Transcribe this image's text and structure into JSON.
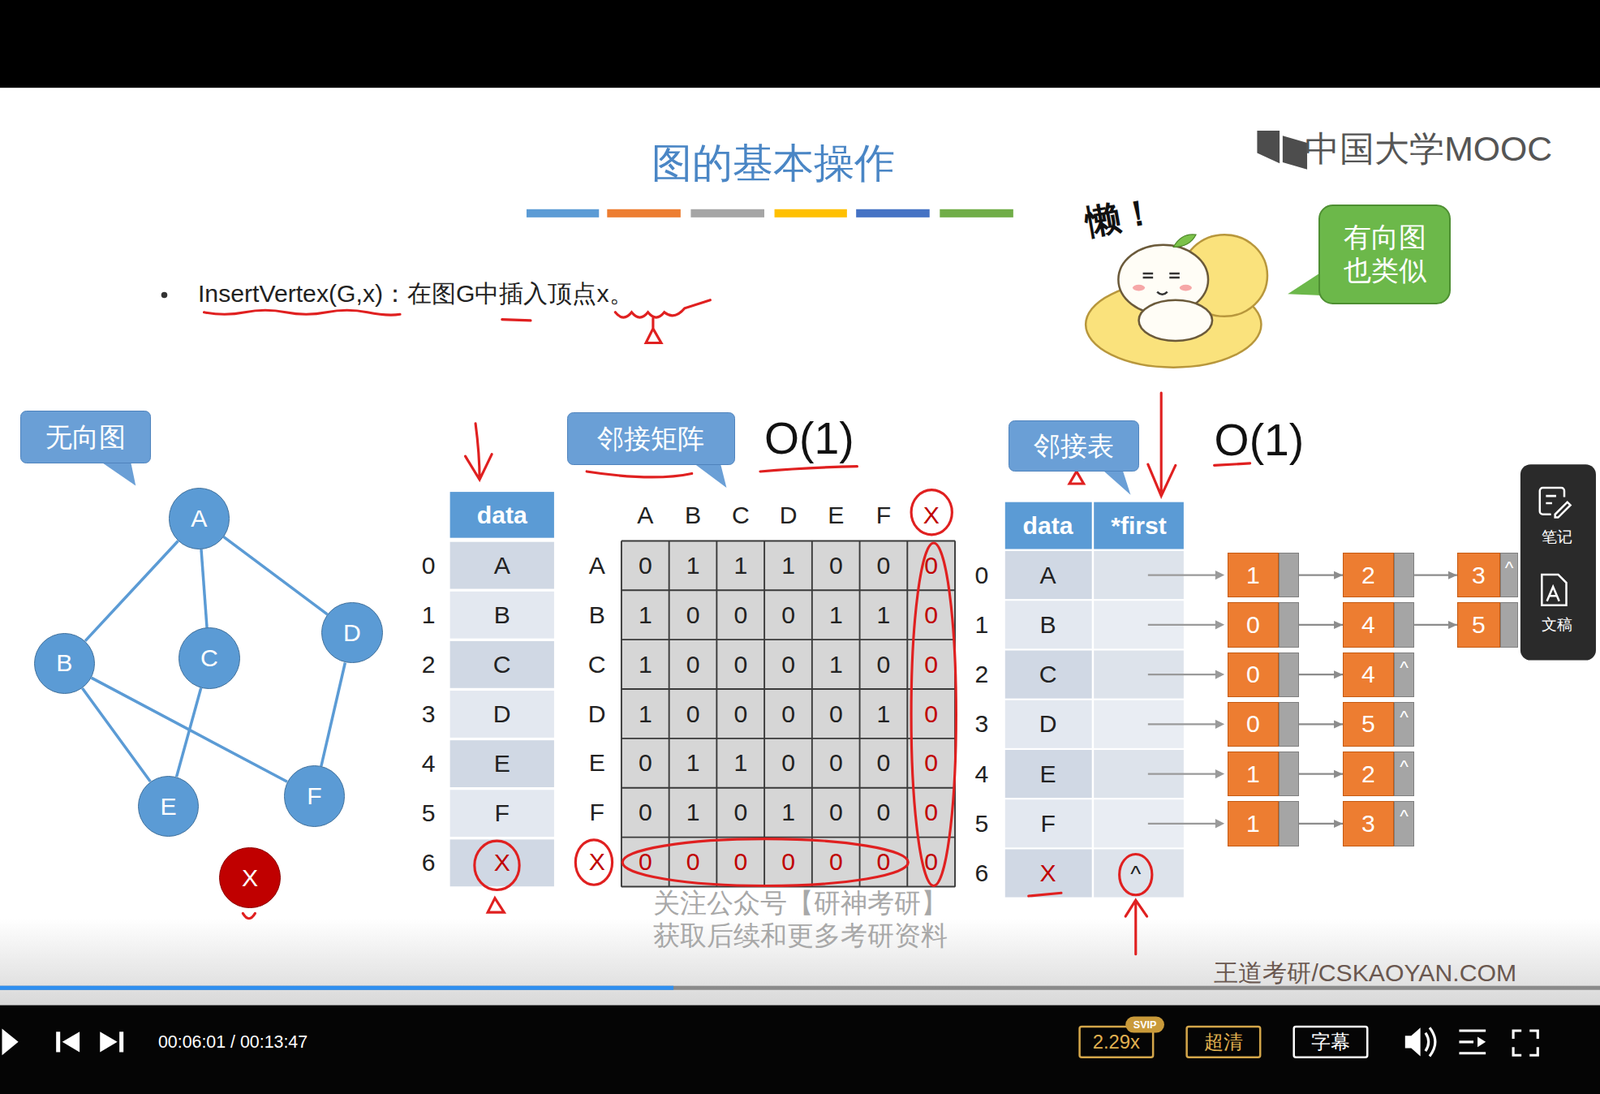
{
  "diagram": {
    "title": "图的基本操作",
    "nodes": [
      {
        "text": [
          "无向图"
        ]
      },
      {
        "text": [
          "邻接矩阵"
        ]
      },
      {
        "text": [
          "邻接表"
        ]
      },
      {
        "text": [
          "有向图 也类似"
        ]
      },
      {
        "text": [
          "A"
        ]
      },
      {
        "text": [
          "B"
        ]
      },
      {
        "text": [
          "C"
        ]
      },
      {
        "text": [
          "D"
        ]
      },
      {
        "text": [
          "E"
        ]
      },
      {
        "text": [
          "F"
        ]
      },
      {
        "text": [
          "X"
        ]
      },
      {
        "text": [
          "1"
        ]
      },
      {
        "text": [
          "2"
        ]
      },
      {
        "text": [
          "3",
          "^"
        ]
      },
      {
        "text": [
          "0"
        ]
      },
      {
        "text": [
          "4"
        ]
      },
      {
        "text": [
          "5"
        ]
      },
      {
        "text": [
          "0"
        ]
      },
      {
        "text": [
          "4",
          "^"
        ]
      },
      {
        "text": [
          "0"
        ]
      },
      {
        "text": [
          "5",
          "^"
        ]
      },
      {
        "text": [
          "1"
        ]
      },
      {
        "text": [
          "2",
          "^"
        ]
      },
      {
        "text": [
          "1"
        ]
      },
      {
        "text": [
          "3",
          "^"
        ]
      }
    ],
    "edges": [
      {
        "from": 4,
        "to": 5,
        "arrow": "none"
      },
      {
        "from": 4,
        "to": 6,
        "arrow": "none"
      },
      {
        "from": 4,
        "to": 7,
        "arrow": "none"
      },
      {
        "from": 5,
        "to": 8,
        "arrow": "none"
      },
      {
        "from": 5,
        "to": 9,
        "arrow": "none"
      },
      {
        "from": 6,
        "to": 8,
        "arrow": "none"
      },
      {
        "from": 7,
        "to": 9,
        "arrow": "none"
      },
      {
        "from": 11,
        "to": 12,
        "arrow": "to"
      },
      {
        "from": 12,
        "to": 13,
        "arrow": "to"
      },
      {
        "from": 14,
        "to": 15,
        "arrow": "to"
      },
      {
        "from": 15,
        "to": 16,
        "arrow": "to"
      },
      {
        "from": 17,
        "to": 18,
        "arrow": "to"
      },
      {
        "from": 19,
        "to": 20,
        "arrow": "to"
      },
      {
        "from": 21,
        "to": 22,
        "arrow": "to"
      },
      {
        "from": 23,
        "to": 24,
        "arrow": "to"
      }
    ],
    "labels": [
      "中国大学MOOC",
      "InsertVertex(G,x)：在图G中插入顶点x。",
      "懒！",
      "O(1)",
      "O(1)",
      "data",
      "0",
      "A",
      "1",
      "B",
      "2",
      "C",
      "3",
      "D",
      "4",
      "E",
      "5",
      "F",
      "6",
      "X",
      "A",
      "B",
      "C",
      "D",
      "E",
      "F",
      "X",
      "A",
      "0",
      "1",
      "1",
      "1",
      "0",
      "0",
      "0",
      "B",
      "1",
      "0",
      "0",
      "0",
      "1",
      "1",
      "0",
      "C",
      "1",
      "0",
      "0",
      "0",
      "1",
      "0",
      "0",
      "D",
      "1",
      "0",
      "0",
      "0",
      "0",
      "1",
      "0",
      "E",
      "0",
      "1",
      "1",
      "0",
      "0",
      "0",
      "0",
      "F",
      "0",
      "1",
      "0",
      "1",
      "0",
      "0",
      "0",
      "X",
      "0",
      "0",
      "0",
      "0",
      "0",
      "0",
      "0",
      "data",
      "*first",
      "0",
      "A",
      "1",
      "B",
      "2",
      "C",
      "3",
      "D",
      "4",
      "E",
      "5",
      "F",
      "6",
      "X",
      "^",
      "关注公众号【研神考研】",
      "获取后续和更多考研资料",
      "王道考研/CSKAOYAN.COM",
      "笔记",
      "文稿",
      "00:06:01 / 00:13:47",
      "2.29x",
      "SVIP",
      "超清",
      "字幕"
    ]
  }
}
